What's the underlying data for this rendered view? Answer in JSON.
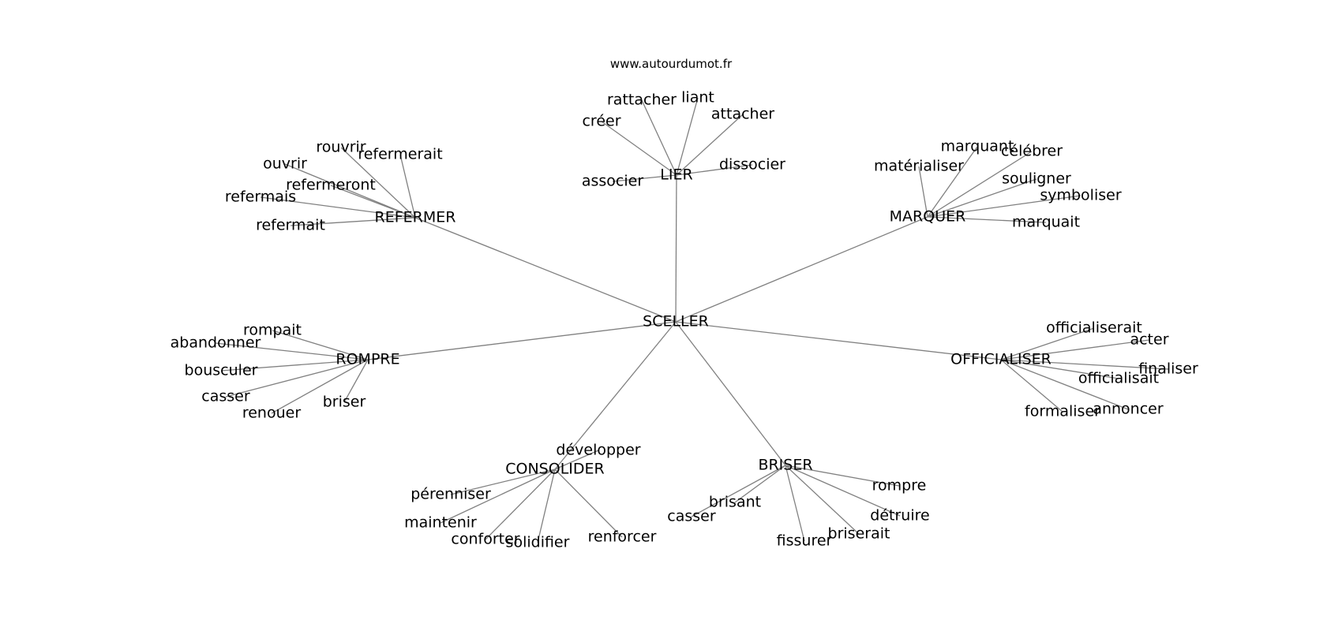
{
  "watermark": "www.autourdumot.fr",
  "graph": {
    "center": "SCELLER",
    "hubs": [
      {
        "label": "LIER",
        "leaves": [
          "rattacher",
          "liant",
          "créer",
          "attacher",
          "dissocier",
          "associer"
        ]
      },
      {
        "label": "REFERMER",
        "leaves": [
          "rouvrir",
          "refermerait",
          "ouvrir",
          "refermeront",
          "refermais",
          "refermait"
        ]
      },
      {
        "label": "MARQUER",
        "leaves": [
          "marquant",
          "célébrer",
          "matérialiser",
          "souligner",
          "symboliser",
          "marquait"
        ]
      },
      {
        "label": "ROMPRE",
        "leaves": [
          "rompait",
          "abandonner",
          "bousculer",
          "casser",
          "renouer",
          "briser"
        ]
      },
      {
        "label": "OFFICIALISER",
        "leaves": [
          "officialiserait",
          "acter",
          "finaliser",
          "officialisait",
          "formaliser",
          "annoncer"
        ]
      },
      {
        "label": "CONSOLIDER",
        "leaves": [
          "développer",
          "pérenniser",
          "maintenir",
          "conforter",
          "solidifier",
          "renforcer"
        ]
      },
      {
        "label": "BRISER",
        "leaves": [
          "rompre",
          "brisant",
          "casser",
          "détruire",
          "briserait",
          "fissurer"
        ]
      }
    ]
  }
}
